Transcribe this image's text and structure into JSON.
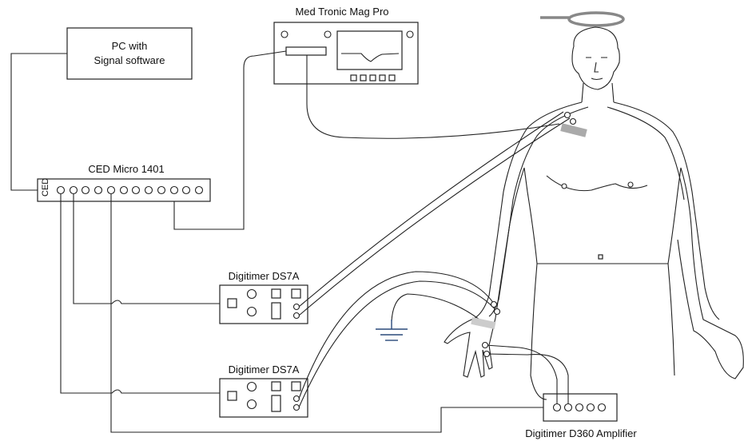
{
  "devices": {
    "pc": {
      "line1": "PC with",
      "line2": "Signal software"
    },
    "magpro": {
      "label": "Med Tronic Mag Pro"
    },
    "ced": {
      "label": "CED Micro 1401",
      "tag": "CED"
    },
    "ds7a_top": {
      "label": "Digitimer DS7A"
    },
    "ds7a_bottom": {
      "label": "Digitimer DS7A"
    },
    "d360": {
      "label": "Digitimer D360 Amplifier"
    }
  },
  "colors": {
    "line": "#222222",
    "ground": "#2a4a7a",
    "electrode_pad": "#aaaaaa",
    "coil": "#888888"
  }
}
